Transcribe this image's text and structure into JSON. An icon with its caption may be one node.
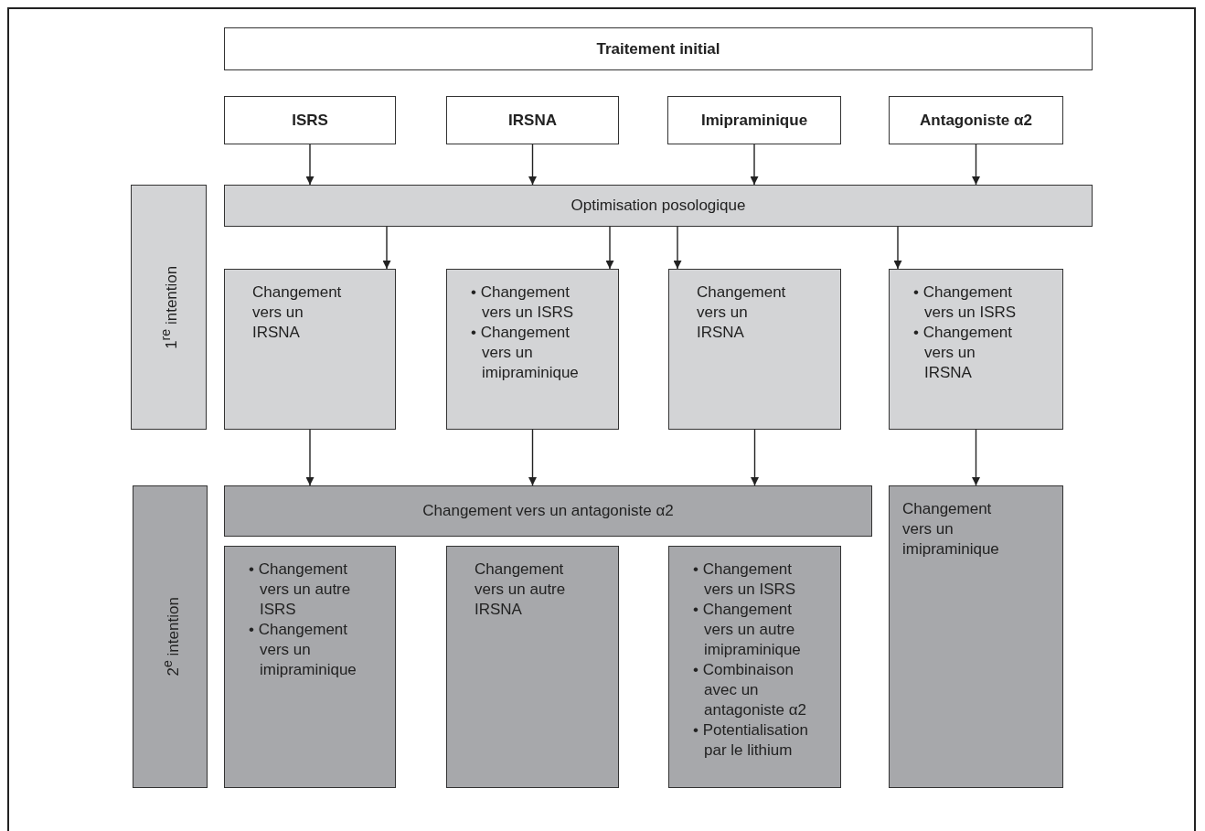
{
  "diagram": {
    "nodes": [
      {
        "text": [
          "Traitement initial"
        ]
      },
      {
        "text": [
          "ISRS"
        ]
      },
      {
        "text": [
          "IRSNA"
        ]
      },
      {
        "text": [
          "Imipraminique"
        ]
      },
      {
        "text": [
          "Antagoniste α2"
        ]
      },
      {
        "text": [
          "1$^{re}$ intention"
        ]
      },
      {
        "text": [
          "Optimisation posologique"
        ]
      },
      {
        "text": [
          "Changement vers un IRSNA"
        ]
      },
      {
        "text": [
          "• Changement vers un ISRS",
          "• Changement vers un imipraminique"
        ]
      },
      {
        "text": [
          "Changement vers un IRSNA"
        ]
      },
      {
        "text": [
          "• Changement vers un ISRS",
          "• Changement vers un IRSNA"
        ]
      },
      {
        "text": [
          "2$^{e}$ intention"
        ]
      },
      {
        "text": [
          "Changement vers un antagoniste α2"
        ]
      },
      {
        "text": [
          "Changement vers un imipraminique"
        ]
      },
      {
        "text": [
          "• Changement vers un autre ISRS",
          "• Changement vers un imipraminique"
        ]
      },
      {
        "text": [
          "Changement vers un autre IRSNA"
        ]
      },
      {
        "text": [
          "• Changement vers un ISRS",
          "• Changement vers un autre imipraminique",
          "• Combinaison avec un antagoniste α2",
          "• Potentialisation par le lithium"
        ]
      }
    ],
    "edges": [
      {
        "from": 1,
        "to": 6,
        "arrow": "to"
      },
      {
        "from": 2,
        "to": 6,
        "arrow": "to"
      },
      {
        "from": 3,
        "to": 6,
        "arrow": "to"
      },
      {
        "from": 4,
        "to": 6,
        "arrow": "to"
      },
      {
        "from": 6,
        "to": 7,
        "arrow": "to"
      },
      {
        "from": 6,
        "to": 8,
        "arrow": "to"
      },
      {
        "from": 6,
        "to": 9,
        "arrow": "to"
      },
      {
        "from": 6,
        "to": 10,
        "arrow": "to"
      },
      {
        "from": 7,
        "to": 12,
        "arrow": "to"
      },
      {
        "from": 8,
        "to": 12,
        "arrow": "to"
      },
      {
        "from": 9,
        "to": 12,
        "arrow": "to"
      },
      {
        "from": 10,
        "to": 13,
        "arrow": "to"
      }
    ]
  }
}
